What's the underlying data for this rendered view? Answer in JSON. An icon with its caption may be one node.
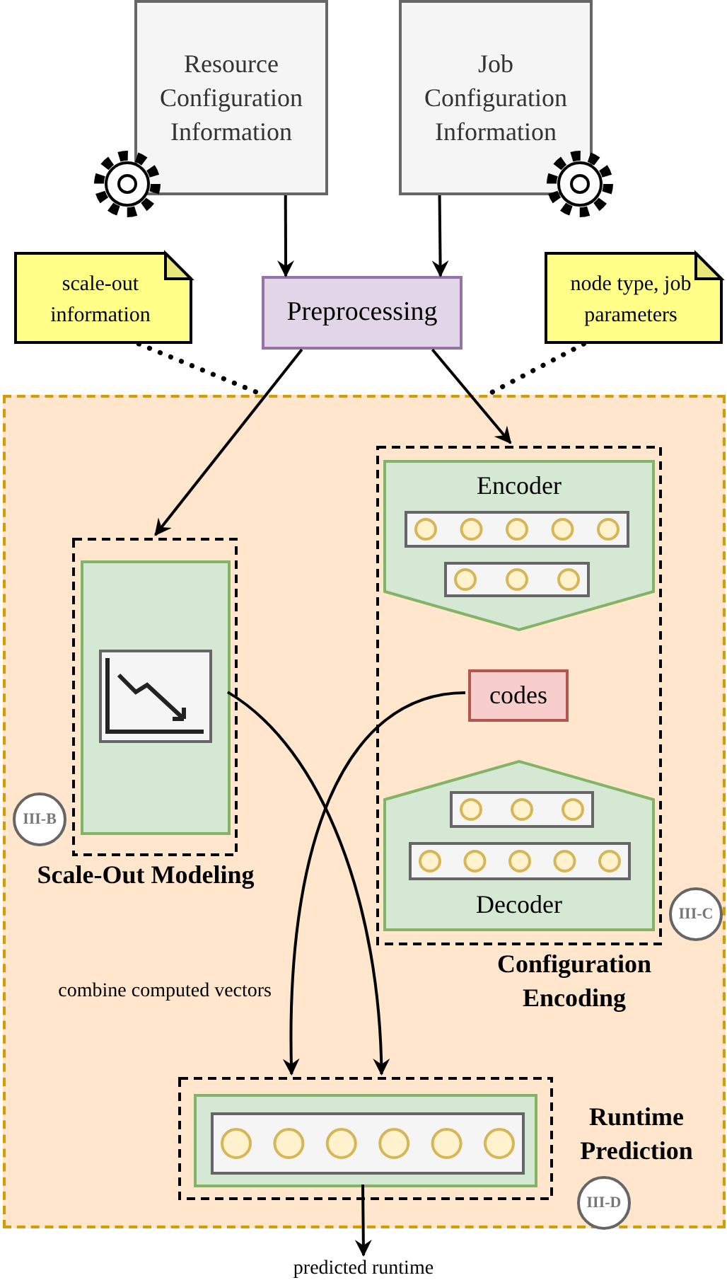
{
  "diagram": {
    "nodes": [
      {
        "text": [
          "Resource Configuration Information"
        ]
      },
      {
        "text": [
          "Job Configuration Information"
        ]
      },
      {
        "text": [
          "Preprocessing"
        ]
      },
      {
        "text": [
          "scale-out information"
        ]
      },
      {
        "text": [
          "node type, job parameters"
        ]
      },
      {
        "text": [],
        "shape": "box"
      },
      {
        "text": [
          "Scale-Out Modeling"
        ],
        "in": 5
      },
      {
        "text": [],
        "shape": "box",
        "in": 6
      },
      {
        "text": [
          "III-B"
        ],
        "in": 5
      },
      {
        "text": [
          "Configuration Encoding"
        ],
        "in": 5
      },
      {
        "text": [
          "Encoder"
        ],
        "in": 9
      },
      {
        "text": [
          "codes"
        ],
        "in": 9
      },
      {
        "text": [
          "Decoder"
        ],
        "in": 9
      },
      {
        "text": [
          "III-C"
        ],
        "in": 5
      },
      {
        "text": [
          "Runtime Prediction"
        ],
        "in": 5
      },
      {
        "text": [],
        "shape": "box",
        "in": 14
      },
      {
        "text": [
          "III-D"
        ],
        "in": 5
      },
      {
        "text": [
          "predicted runtime"
        ]
      }
    ],
    "edges": [
      {
        "from": 0,
        "to": 2,
        "arrow": "to"
      },
      {
        "from": 1,
        "to": 2,
        "arrow": "to"
      },
      {
        "from": 2,
        "to": 6,
        "arrow": "to"
      },
      {
        "from": 2,
        "to": 9,
        "arrow": "to"
      },
      {
        "from": 7,
        "to": 14,
        "arrow": "to"
      },
      {
        "from": 11,
        "to": 14,
        "arrow": "to"
      },
      {
        "from": 15,
        "to": 17,
        "arrow": "to"
      },
      {
        "from": 3,
        "to": 5,
        "arrow": "none",
        "style": "dashed"
      },
      {
        "from": 4,
        "to": 5,
        "arrow": "none",
        "style": "dashed"
      }
    ],
    "labels": [
      "combine computed vectors"
    ]
  }
}
